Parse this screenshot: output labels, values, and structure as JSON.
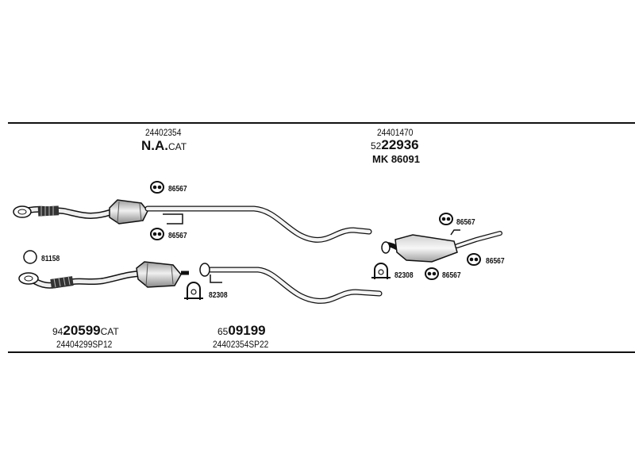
{
  "header_labels": {
    "top_left_part": "24402354",
    "top_left_code_bold": "N.A.",
    "top_left_code_suffix": "CAT",
    "top_right_part": "24401470",
    "top_right_code_prefix": "52",
    "top_right_code_bold": "22936",
    "top_right_mk": "MK 86091"
  },
  "footer_labels": {
    "left_code_prefix": "94",
    "left_code_bold": "20599",
    "left_code_suffix": "CAT",
    "left_part": "24404299SP12",
    "mid_code_prefix": "65",
    "mid_code_bold": "09199",
    "mid_part": "24402354SP22"
  },
  "callouts": {
    "hanger_upper_top": "86567",
    "hanger_upper_bottom": "86567",
    "gasket_ring": "81158",
    "clamp_lower": "82308",
    "hanger_muffler_top": "86567",
    "hanger_muffler_right": "86567",
    "clamp_muffler": "82308",
    "hanger_muffler_bottom": "86567"
  }
}
